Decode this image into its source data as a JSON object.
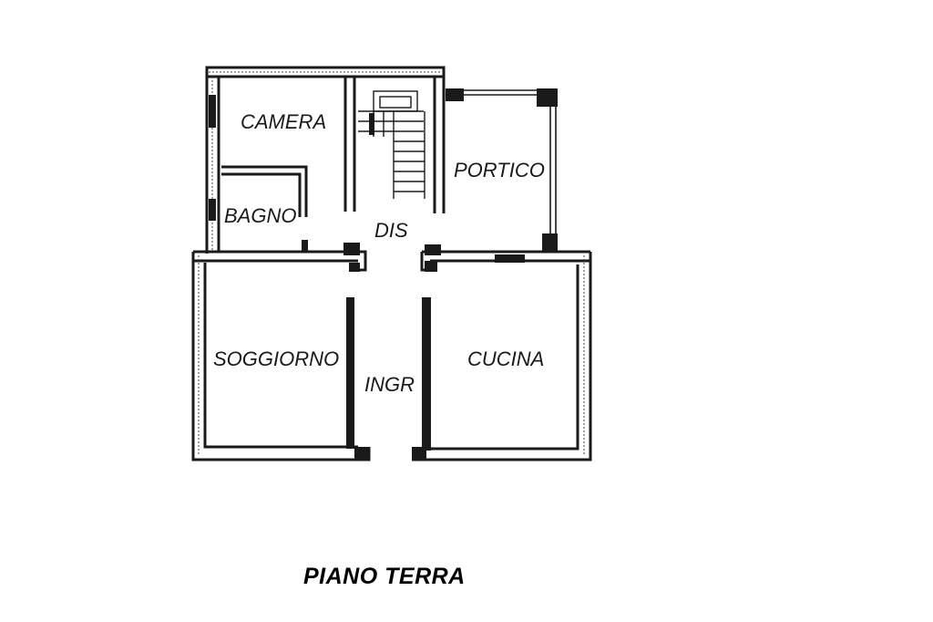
{
  "plan": {
    "title": "PIANO TERRA",
    "rooms": {
      "camera": "CAMERA",
      "bagno": "BAGNO",
      "dis": "DIS",
      "portico": "PORTICO",
      "soggiorno": "SOGGIORNO",
      "ingr": "INGR",
      "cucina": "CUCINA"
    }
  }
}
